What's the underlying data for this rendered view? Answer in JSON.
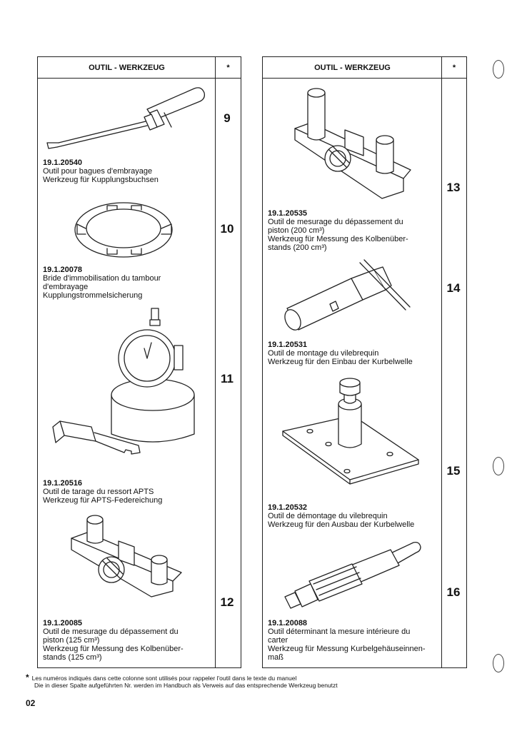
{
  "header": {
    "tool_label": "OUTIL - WERKZEUG",
    "star": "*"
  },
  "left_column": [
    {
      "num": "9",
      "code": "19.1.20540",
      "lines": [
        "Outil pour bagues d'embrayage",
        "Werkzeug für Kupplungsbuchsen"
      ]
    },
    {
      "num": "10",
      "code": "19.1.20078",
      "lines": [
        "Bride d'immobilisation du tambour",
        "d'embrayage",
        "Kupplungstrommelsicherung"
      ]
    },
    {
      "num": "11",
      "code": "19.1.20516",
      "lines": [
        "Outil de tarage du ressort APTS",
        "Werkzeug für APTS-Federeichung"
      ]
    },
    {
      "num": "12",
      "code": "19.1.20085",
      "lines": [
        "Outil de mesurage du dépassement du",
        "piston (125 cm³)",
        "Werkzeug für Messung des Kolbenüber-",
        "stands (125 cm³)"
      ]
    }
  ],
  "right_column": [
    {
      "num": "13",
      "code": "19.1.20535",
      "lines": [
        "Outil de mesurage du dépassement du",
        "piston (200 cm³)",
        "Werkzeug für Messung des Kolbenüber-",
        "stands (200 cm³)"
      ]
    },
    {
      "num": "14",
      "code": "19.1.20531",
      "lines": [
        "Outil de montage du vilebrequin",
        "Werkzeug für den Einbau der Kurbelwelle"
      ]
    },
    {
      "num": "15",
      "code": "19.1.20532",
      "lines": [
        "Outil de démontage du vilebrequin",
        "Werkzeug für den Ausbau der Kurbelwelle"
      ]
    },
    {
      "num": "16",
      "code": "19.1.20088",
      "lines": [
        "Outil déterminant la mesure intérieure du",
        "carter",
        "Werkzeug für Messung Kurbelgehäuseinnen-",
        "maß"
      ]
    }
  ],
  "footnote": {
    "star": "*",
    "line_fr": "Les numéros indiqués dans cette colonne sont utilisés pour rappeler l'outil dans le texte du manuel",
    "line_de": "Die in dieser Spalte aufgeführten Nr. werden im Handbuch als Verweis auf das entsprechende Werkzeug benutzt"
  },
  "page_number": "02"
}
